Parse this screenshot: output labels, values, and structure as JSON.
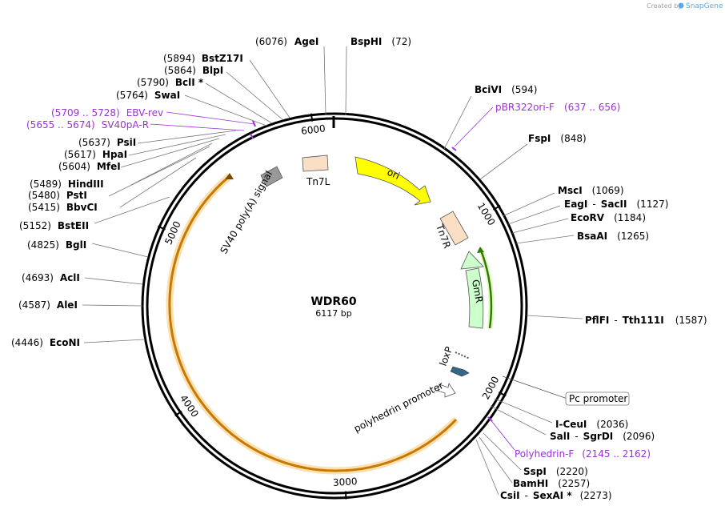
{
  "credit": {
    "created_by": "Created by",
    "brand": "SnapGene"
  },
  "plasmid": {
    "name": "WDR60",
    "size_label": "6117 bp"
  },
  "ticks": [
    "1000",
    "2000",
    "3000",
    "4000",
    "5000",
    "6000"
  ],
  "features": {
    "ori": "ori",
    "gmr": "GmR",
    "tn7r": "Tn7R",
    "tn7l": "Tn7L",
    "sv40": "SV40 poly(A) signal",
    "loxp": "loxP",
    "polyhedrin": "polyhedrin promoter",
    "pc_promoter": "Pc promoter"
  },
  "sites": {
    "agei": {
      "pos": "(6076)",
      "name": "AgeI"
    },
    "bsphi": {
      "name": "BspHI",
      "pos": "(72)"
    },
    "bstz17i": {
      "pos": "(5894)",
      "name": "BstZ17I"
    },
    "blpi": {
      "pos": "(5864)",
      "name": "BlpI"
    },
    "bcli": {
      "pos": "(5790)",
      "name": "BclI *"
    },
    "swai": {
      "pos": "(5764)",
      "name": "SwaI"
    },
    "ebv": {
      "pos": "(5709 .. 5728)",
      "name": "EBV-rev"
    },
    "sv40pa": {
      "pos": "(5655 .. 5674)",
      "name": "SV40pA-R"
    },
    "psii": {
      "pos": "(5637)",
      "name": "PsiI"
    },
    "hpai": {
      "pos": "(5617)",
      "name": "HpaI"
    },
    "mfei": {
      "pos": "(5604)",
      "name": "MfeI"
    },
    "hindiii": {
      "pos": "(5489)",
      "name": "HindIII"
    },
    "psti": {
      "pos": "(5480)",
      "name": "PstI"
    },
    "bbvci": {
      "pos": "(5415)",
      "name": "BbvCI"
    },
    "bsteii": {
      "pos": "(5152)",
      "name": "BstEII"
    },
    "bgli": {
      "pos": "(4825)",
      "name": "BglI"
    },
    "acli": {
      "pos": "(4693)",
      "name": "AclI"
    },
    "alei": {
      "pos": "(4587)",
      "name": "AleI"
    },
    "econi": {
      "pos": "(4446)",
      "name": "EcoNI"
    },
    "bcivi": {
      "name": "BciVI",
      "pos": "(594)"
    },
    "pbr322": {
      "name": "pBR322ori-F",
      "pos": "(637 .. 656)"
    },
    "fspi": {
      "name": "FspI",
      "pos": "(848)"
    },
    "msci": {
      "name": "MscI",
      "pos": "(1069)"
    },
    "eagi": {
      "name": "EagI",
      "sep": "-",
      "name2": "SacII",
      "pos": "(1127)"
    },
    "ecorv": {
      "name": "EcoRV",
      "pos": "(1184)"
    },
    "bsaai": {
      "name": "BsaAI",
      "pos": "(1265)"
    },
    "pflfi": {
      "name": "PflFI",
      "sep": "-",
      "name2": "Tth111I",
      "pos": "(1587)"
    },
    "iceui": {
      "name": "I-CeuI",
      "pos": "(2036)"
    },
    "sali": {
      "name": "SalI",
      "sep": "-",
      "name2": "SgrDI",
      "pos": "(2096)"
    },
    "polyhedrinf": {
      "name": "Polyhedrin-F",
      "pos": "(2145 .. 2162)"
    },
    "sspi": {
      "name": "SspI",
      "pos": "(2220)"
    },
    "bamhi": {
      "name": "BamHI",
      "pos": "(2257)"
    },
    "csii": {
      "name": "CsiI",
      "sep": "-",
      "name2": "SexAI *",
      "pos": "(2273)"
    }
  },
  "colors": {
    "ori": "#ffff00",
    "gmr": "#ccffcc",
    "tn7": "#fbdfc4",
    "sv40": "#999999",
    "loxp": "#336688",
    "primer": "#9b30d9",
    "orf": "#f0b040"
  }
}
